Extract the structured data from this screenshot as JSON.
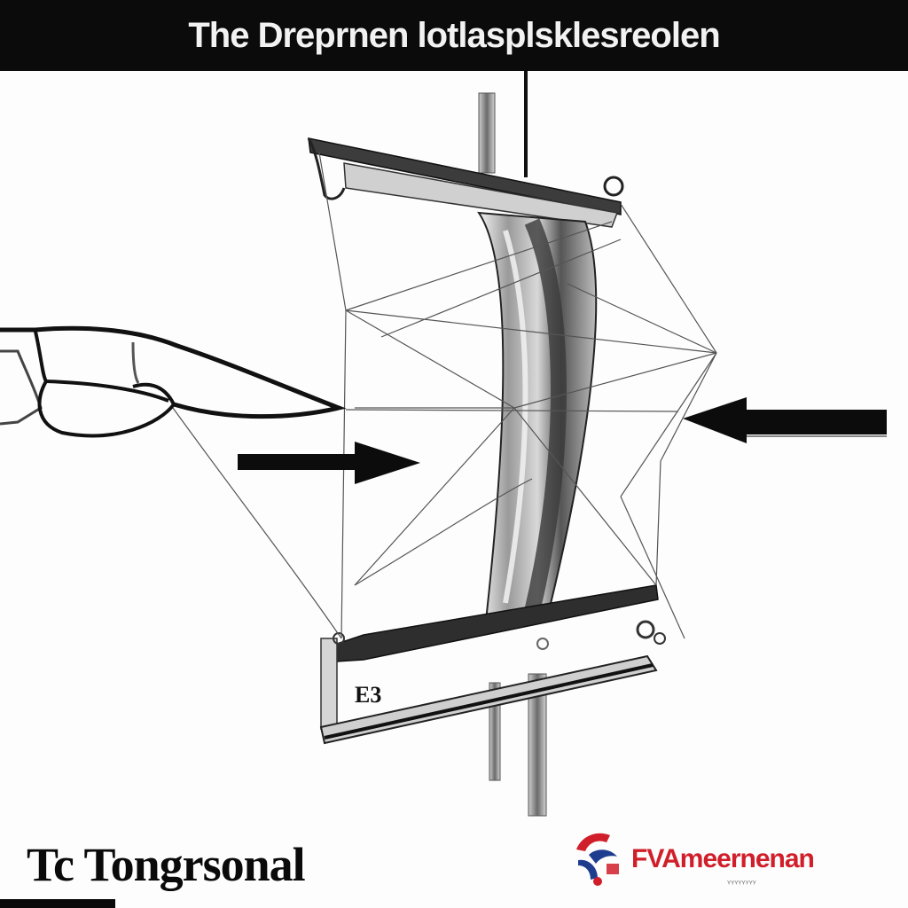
{
  "header": {
    "title": "The Dreprnen lotlasplsklesreolen"
  },
  "diagram": {
    "label": "E3"
  },
  "footer": {
    "left_text": "Tc Tongrsonal",
    "brand_name": "FVAmeernenan",
    "brand_sub": "ᵞᵞᵞᵞᵞᵞᵞᵞ"
  },
  "colors": {
    "title_bar": "#0b0b0b",
    "brand_red": "#d01f2a",
    "brand_blue": "#1f3d8f"
  }
}
